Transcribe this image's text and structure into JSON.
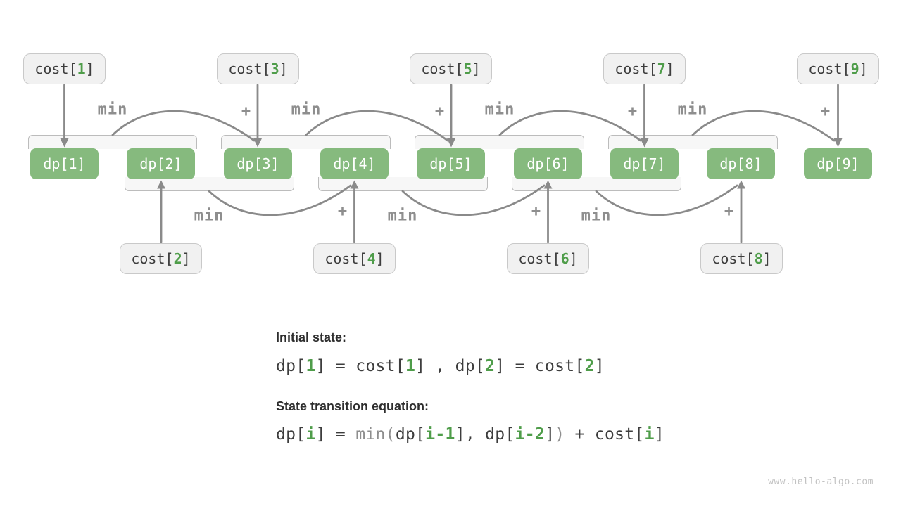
{
  "palette": {
    "green_box": "#86ba7e",
    "green_text": "#4f9d4a",
    "dark_text": "#3d3d3d",
    "arrow_gray": "#8a8a8a",
    "op_label_gray": "#8e8e8e",
    "cost_box_fill": "#f1f1f1",
    "cost_box_border": "#c9c9c9",
    "bracket_fill": "#f7f7f7",
    "bracket_border": "#bcbcbc"
  },
  "diagram": {
    "dp_cells": [
      "dp[1]",
      "dp[2]",
      "dp[3]",
      "dp[4]",
      "dp[5]",
      "dp[6]",
      "dp[7]",
      "dp[8]",
      "dp[9]"
    ],
    "cost_top": [
      [
        {
          "t": "cost[",
          "c": "d"
        },
        {
          "t": "1",
          "c": "g"
        },
        {
          "t": "]",
          "c": "d"
        }
      ],
      [
        {
          "t": "cost[",
          "c": "d"
        },
        {
          "t": "3",
          "c": "g"
        },
        {
          "t": "]",
          "c": "d"
        }
      ],
      [
        {
          "t": "cost[",
          "c": "d"
        },
        {
          "t": "5",
          "c": "g"
        },
        {
          "t": "]",
          "c": "d"
        }
      ],
      [
        {
          "t": "cost[",
          "c": "d"
        },
        {
          "t": "7",
          "c": "g"
        },
        {
          "t": "]",
          "c": "d"
        }
      ],
      [
        {
          "t": "cost[",
          "c": "d"
        },
        {
          "t": "9",
          "c": "g"
        },
        {
          "t": "]",
          "c": "d"
        }
      ]
    ],
    "cost_bottom": [
      [
        {
          "t": "cost[",
          "c": "d"
        },
        {
          "t": "2",
          "c": "g"
        },
        {
          "t": "]",
          "c": "d"
        }
      ],
      [
        {
          "t": "cost[",
          "c": "d"
        },
        {
          "t": "4",
          "c": "g"
        },
        {
          "t": "]",
          "c": "d"
        }
      ],
      [
        {
          "t": "cost[",
          "c": "d"
        },
        {
          "t": "6",
          "c": "g"
        },
        {
          "t": "]",
          "c": "d"
        }
      ],
      [
        {
          "t": "cost[",
          "c": "d"
        },
        {
          "t": "8",
          "c": "g"
        },
        {
          "t": "]",
          "c": "d"
        }
      ]
    ],
    "min_label": "min",
    "plus_label": "+"
  },
  "notes": {
    "initial_title": "Initial state:",
    "initial_equation": [
      {
        "t": "dp[",
        "c": "d"
      },
      {
        "t": "1",
        "c": "g"
      },
      {
        "t": "] = cost[",
        "c": "d"
      },
      {
        "t": "1",
        "c": "g"
      },
      {
        "t": "] , dp[",
        "c": "d"
      },
      {
        "t": "2",
        "c": "g"
      },
      {
        "t": "] = cost[",
        "c": "d"
      },
      {
        "t": "2",
        "c": "g"
      },
      {
        "t": "]",
        "c": "d"
      }
    ],
    "transition_title": "State transition equation:",
    "transition_equation": [
      {
        "t": "dp[",
        "c": "d"
      },
      {
        "t": "i",
        "c": "g"
      },
      {
        "t": "] = ",
        "c": "d"
      },
      {
        "t": "min",
        "c": "m"
      },
      {
        "t": "(",
        "c": "m"
      },
      {
        "t": "dp[",
        "c": "d"
      },
      {
        "t": "i-1",
        "c": "g"
      },
      {
        "t": "], dp[",
        "c": "d"
      },
      {
        "t": "i-2",
        "c": "g"
      },
      {
        "t": "]",
        "c": "d"
      },
      {
        "t": ")",
        "c": "m"
      },
      {
        "t": " + cost[",
        "c": "d"
      },
      {
        "t": "i",
        "c": "g"
      },
      {
        "t": "]",
        "c": "d"
      }
    ]
  },
  "watermark": "www.hello-algo.com"
}
